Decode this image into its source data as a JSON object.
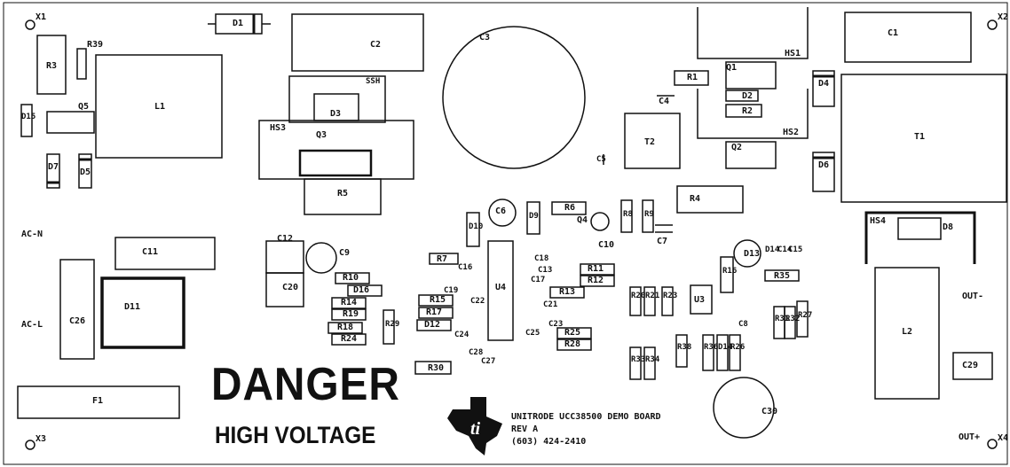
{
  "board": {
    "warning_title": "DANGER",
    "warning_subtitle": "HIGH VOLTAGE",
    "info_line1": "UNITRODE UCC38500 DEMO BOARD",
    "info_line2": "REV A",
    "info_line3": "(603) 424-2410",
    "logo": "texas-instruments-logo"
  },
  "corners": {
    "x1": "X1",
    "x2": "X2",
    "x3": "X3",
    "x4": "X4"
  },
  "connectors": {
    "ac_n": "AC-N",
    "ac_l": "AC-L",
    "out_minus": "OUT-",
    "out_plus": "OUT+"
  },
  "parts": {
    "D1": "D1",
    "R3": "R3",
    "R39": "R39",
    "L1": "L1",
    "D15": "D15",
    "Q5": "Q5",
    "D7": "D7",
    "D5": "D5",
    "C2": "C2",
    "SSH": "SSH",
    "D3": "D3",
    "HS3": "HS3",
    "Q3": "Q3",
    "R5": "R5",
    "C3": "C3",
    "HS1": "HS1",
    "Q1": "Q1",
    "R1": "R1",
    "D2": "D2",
    "R2": "R2",
    "C4": "C4",
    "HS2": "HS2",
    "Q2": "Q2",
    "C1": "C1",
    "D4": "D4",
    "T1": "T1",
    "D6": "D6",
    "T2": "T2",
    "C5": "C5",
    "R4": "R4",
    "C6": "C6",
    "D10": "D10",
    "D9": "D9",
    "R6": "R6",
    "Q4": "Q4",
    "R8": "R8",
    "R9": "R9",
    "C10": "C10",
    "C7": "C7",
    "HS4": "HS4",
    "D8": "D8",
    "C11": "C11",
    "C12": "C12",
    "C9": "C9",
    "C20": "C20",
    "D11": "D11",
    "C26": "C26",
    "R7": "R7",
    "C16": "C16",
    "R10": "R10",
    "D16": "D16",
    "C19": "C19",
    "R15": "R15",
    "R14": "R14",
    "R17": "R17",
    "R19": "R19",
    "D12": "D12",
    "R18": "R18",
    "R24": "R24",
    "R29": "R29",
    "C22": "C22",
    "C24": "C24",
    "C18": "C18",
    "C13": "C13",
    "C17": "C17",
    "R11": "R11",
    "R12": "R12",
    "R13": "R13",
    "C21": "C21",
    "U4": "U4",
    "C23": "C23",
    "R25": "R25",
    "R28": "R28",
    "C25": "C25",
    "C28": "C28",
    "C27": "C27",
    "R30": "R30",
    "R20": "R20",
    "R21": "R21",
    "R23": "R23",
    "U3": "U3",
    "R16": "R16",
    "D13": "D13",
    "D14": "D14",
    "C14": "C14",
    "C15": "C15",
    "R35": "R35",
    "R31": "R31",
    "R32": "R32",
    "R27": "R27",
    "C8": "C8",
    "R26": "R26",
    "R36": "R36",
    "R33": "R33",
    "R34": "R34",
    "R38": "R38",
    "L2": "L2",
    "C29": "C29",
    "C30": "C30",
    "F1": "F1"
  }
}
